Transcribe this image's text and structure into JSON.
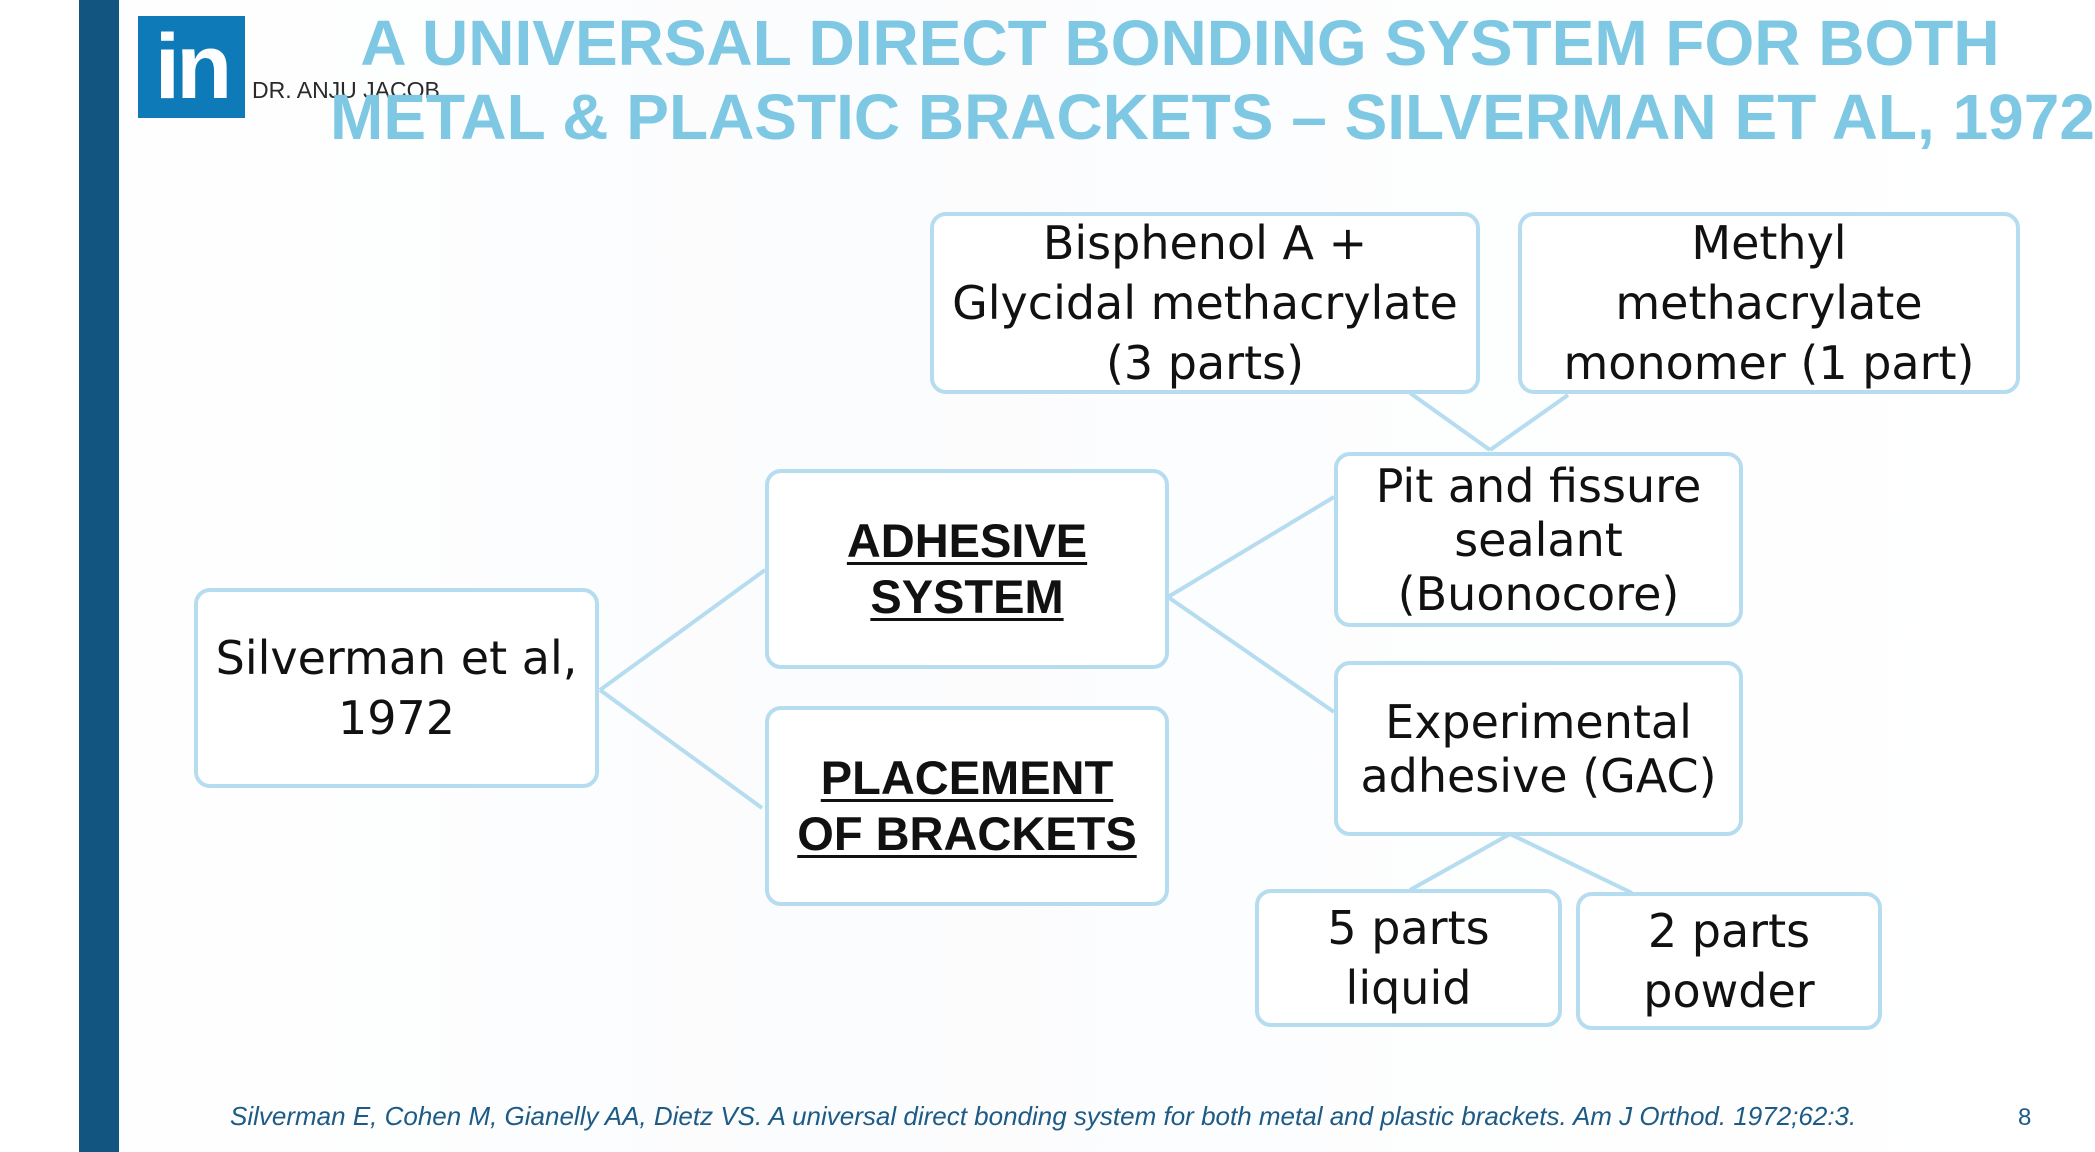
{
  "header": {
    "logo_text": "in",
    "author": "DR. ANJU JACOB",
    "title_line1": "A UNIVERSAL DIRECT BONDING SYSTEM FOR BOTH",
    "title_line2": "METAL & PLASTIC BRACKETS – SILVERMAN ET AL, 1972"
  },
  "diagram": {
    "root": "Silverman et al, 1972",
    "adhesive_system": "ADHESIVE SYSTEM",
    "placement_of_brackets": "PLACEMENT OF BRACKETS",
    "pit_fissure_sealant": "Pit and fissure sealant (Buonocore)",
    "experimental_adhesive": "Experimental adhesive (GAC)",
    "bisphenol": "Bisphenol A + Glycidal methacrylate (3 parts)",
    "methyl_methacrylate": "Methyl methacrylate monomer (1 part)",
    "liquid": "5 parts liquid",
    "powder": "2 parts powder"
  },
  "footer": {
    "citation": "Silverman E, Cohen M, Gianelly AA, Dietz VS. A universal direct bonding system for both metal and plastic brackets. Am J Orthod. 1972;62:3.",
    "page_number": "8"
  },
  "colors": {
    "sidebar": "#115580",
    "title": "#7ec8e3",
    "box_border": "#b6dcf0",
    "logo": "#0f7ab8",
    "footer": "#1d5b86"
  }
}
